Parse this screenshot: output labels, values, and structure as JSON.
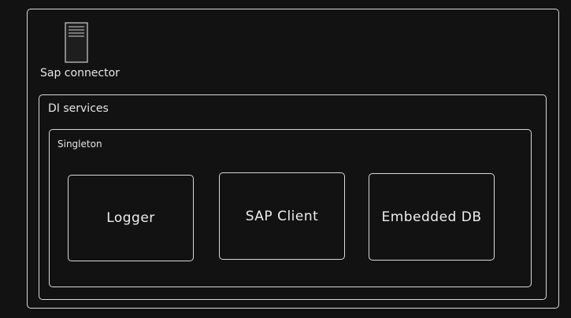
{
  "connector": {
    "label": "Sap connector",
    "icon": "server-icon"
  },
  "di_services": {
    "label": "DI services"
  },
  "singleton": {
    "label": "Singleton",
    "components": [
      {
        "label": "Logger"
      },
      {
        "label": "SAP Client"
      },
      {
        "label": "Embedded DB"
      }
    ]
  },
  "colors": {
    "background": "#121212",
    "stroke": "#d9d9d9",
    "text": "#e6e6e6"
  }
}
